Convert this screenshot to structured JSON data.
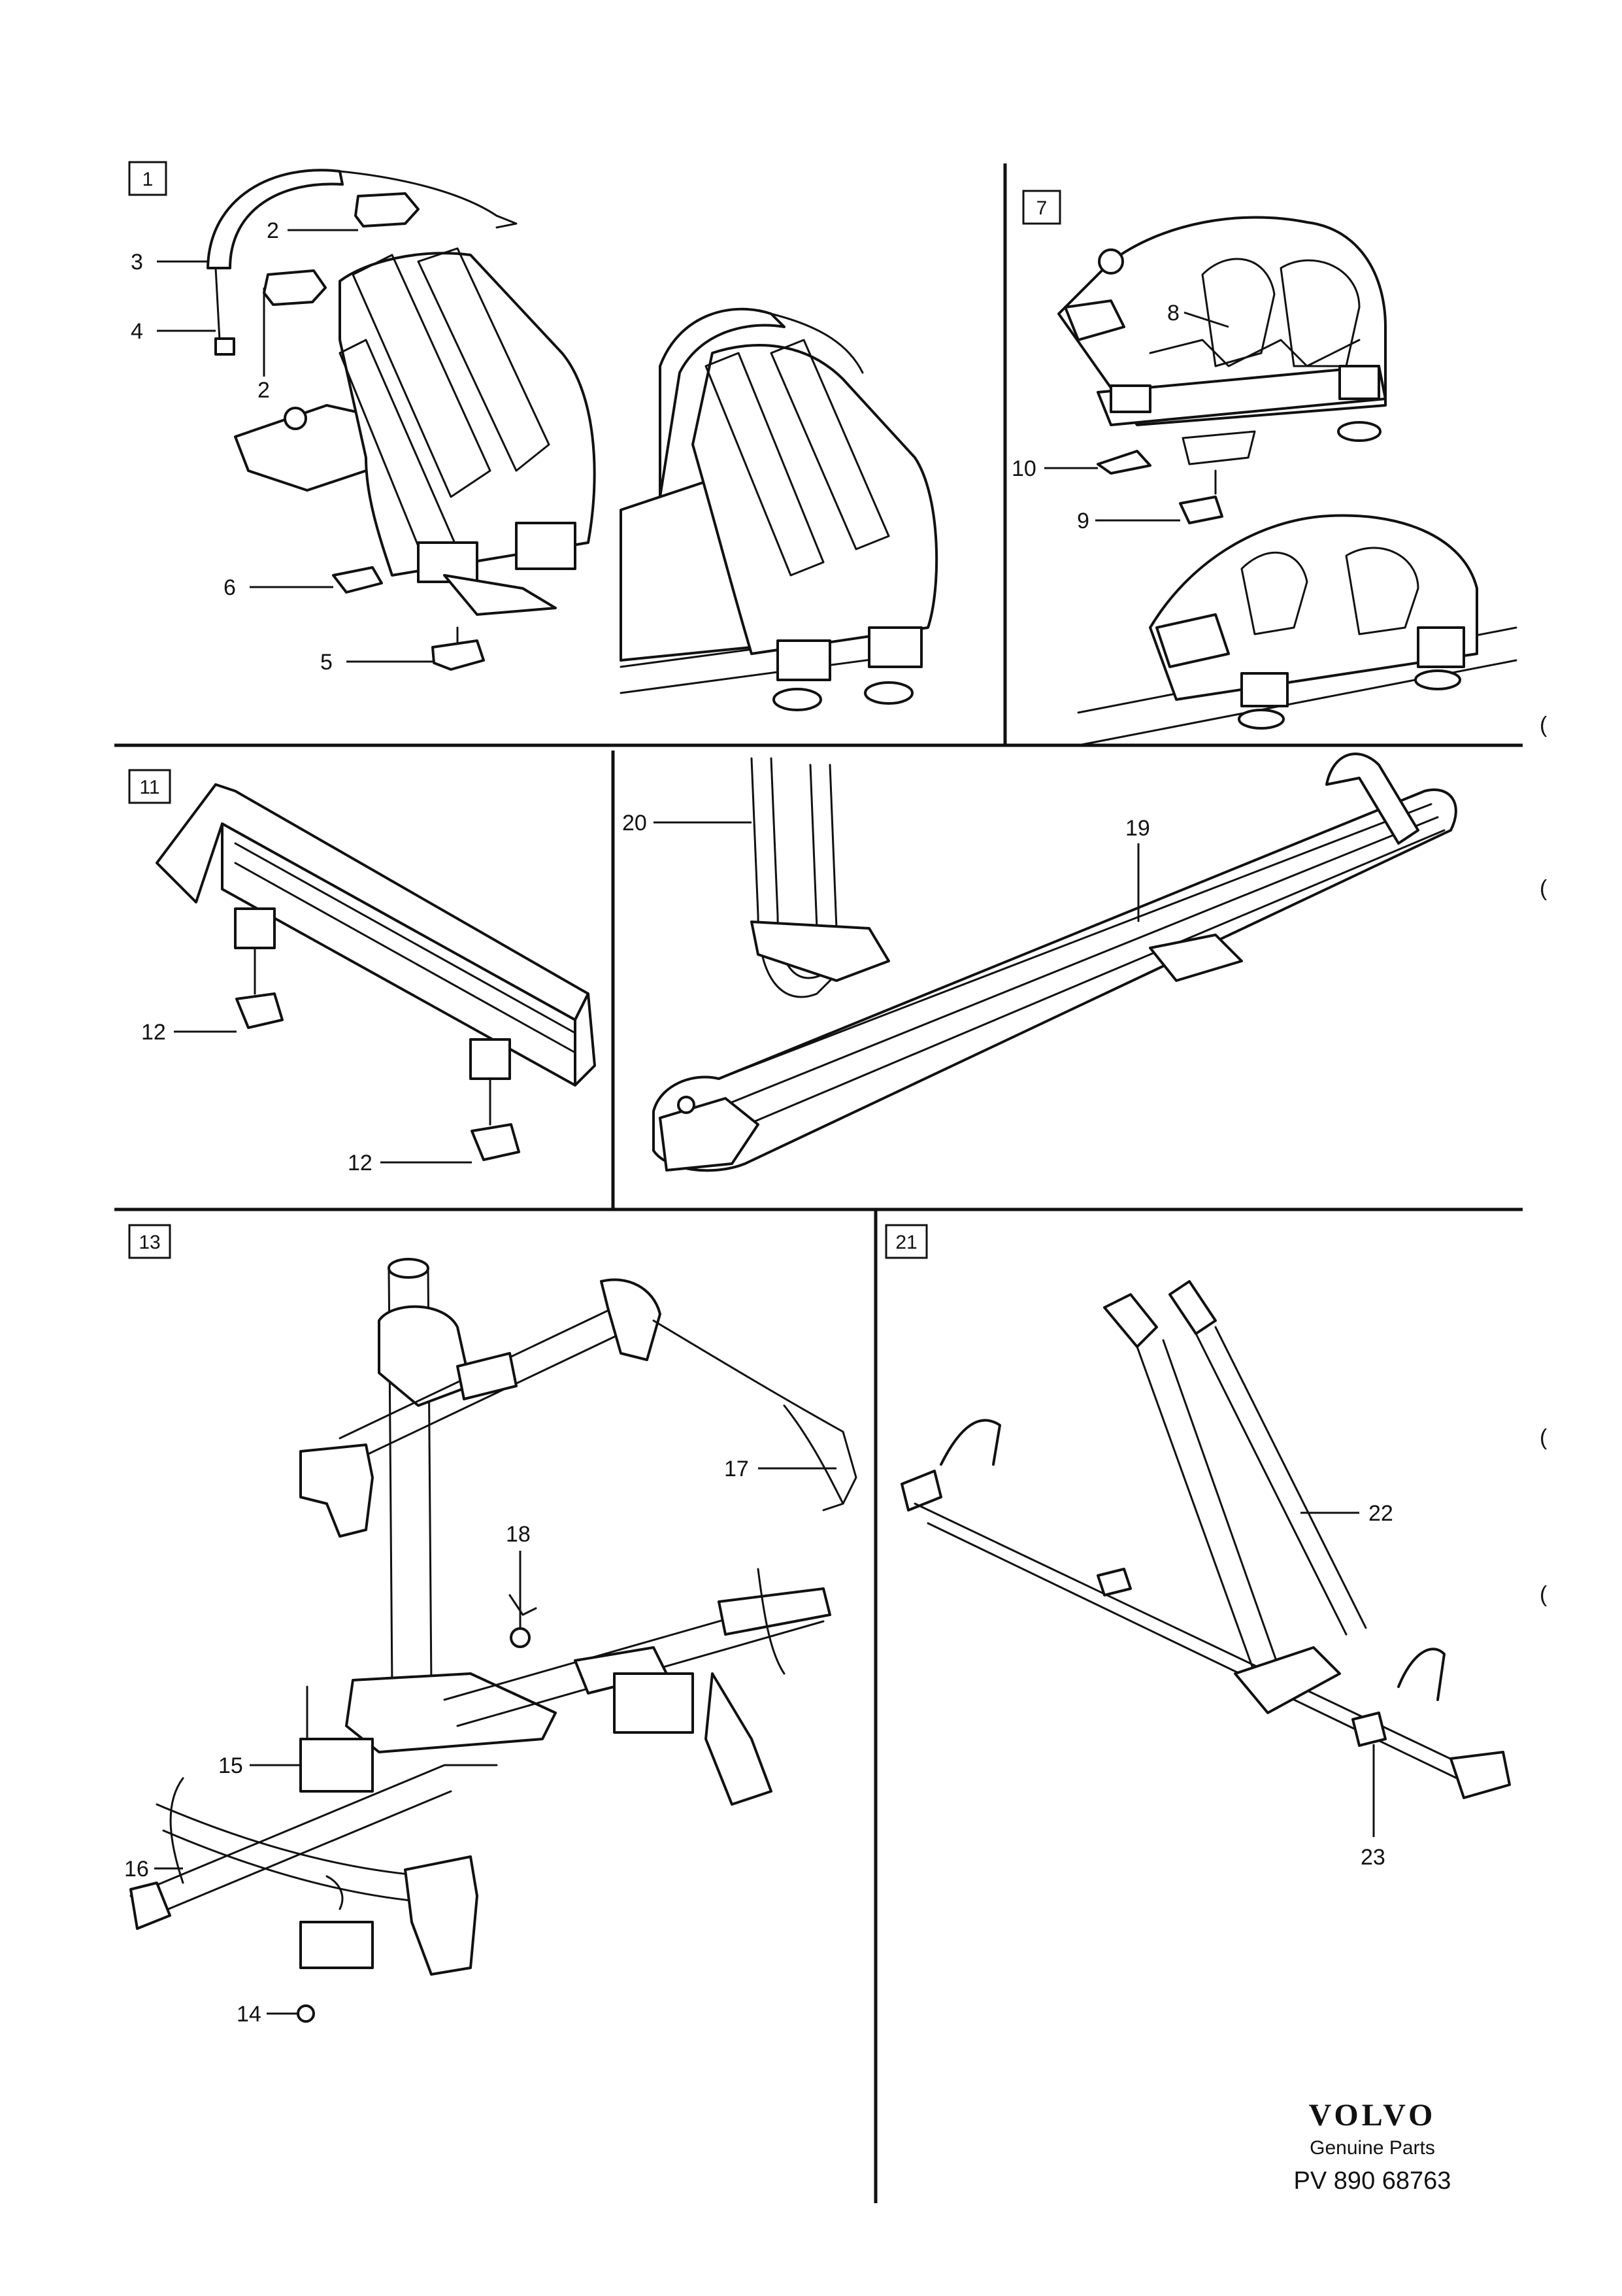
{
  "panels": [
    {
      "id": "1"
    },
    {
      "id": "7"
    },
    {
      "id": "11"
    },
    {
      "id": "13"
    },
    {
      "id": "21"
    }
  ],
  "callouts": {
    "p1": [
      "3",
      "2",
      "4",
      "2",
      "6",
      "5"
    ],
    "p7": [
      "8",
      "10",
      "9"
    ],
    "p11": [
      "12",
      "12"
    ],
    "p19": [
      "20",
      "19"
    ],
    "p13": [
      "18",
      "17",
      "15",
      "16",
      "14"
    ],
    "p21": [
      "22",
      "23"
    ]
  },
  "brand": {
    "logo": "VOLVO",
    "subtitle": "Genuine Parts",
    "part_code": "PV 890 68763"
  },
  "margin_marks": [
    "(",
    "(",
    "(",
    "("
  ]
}
